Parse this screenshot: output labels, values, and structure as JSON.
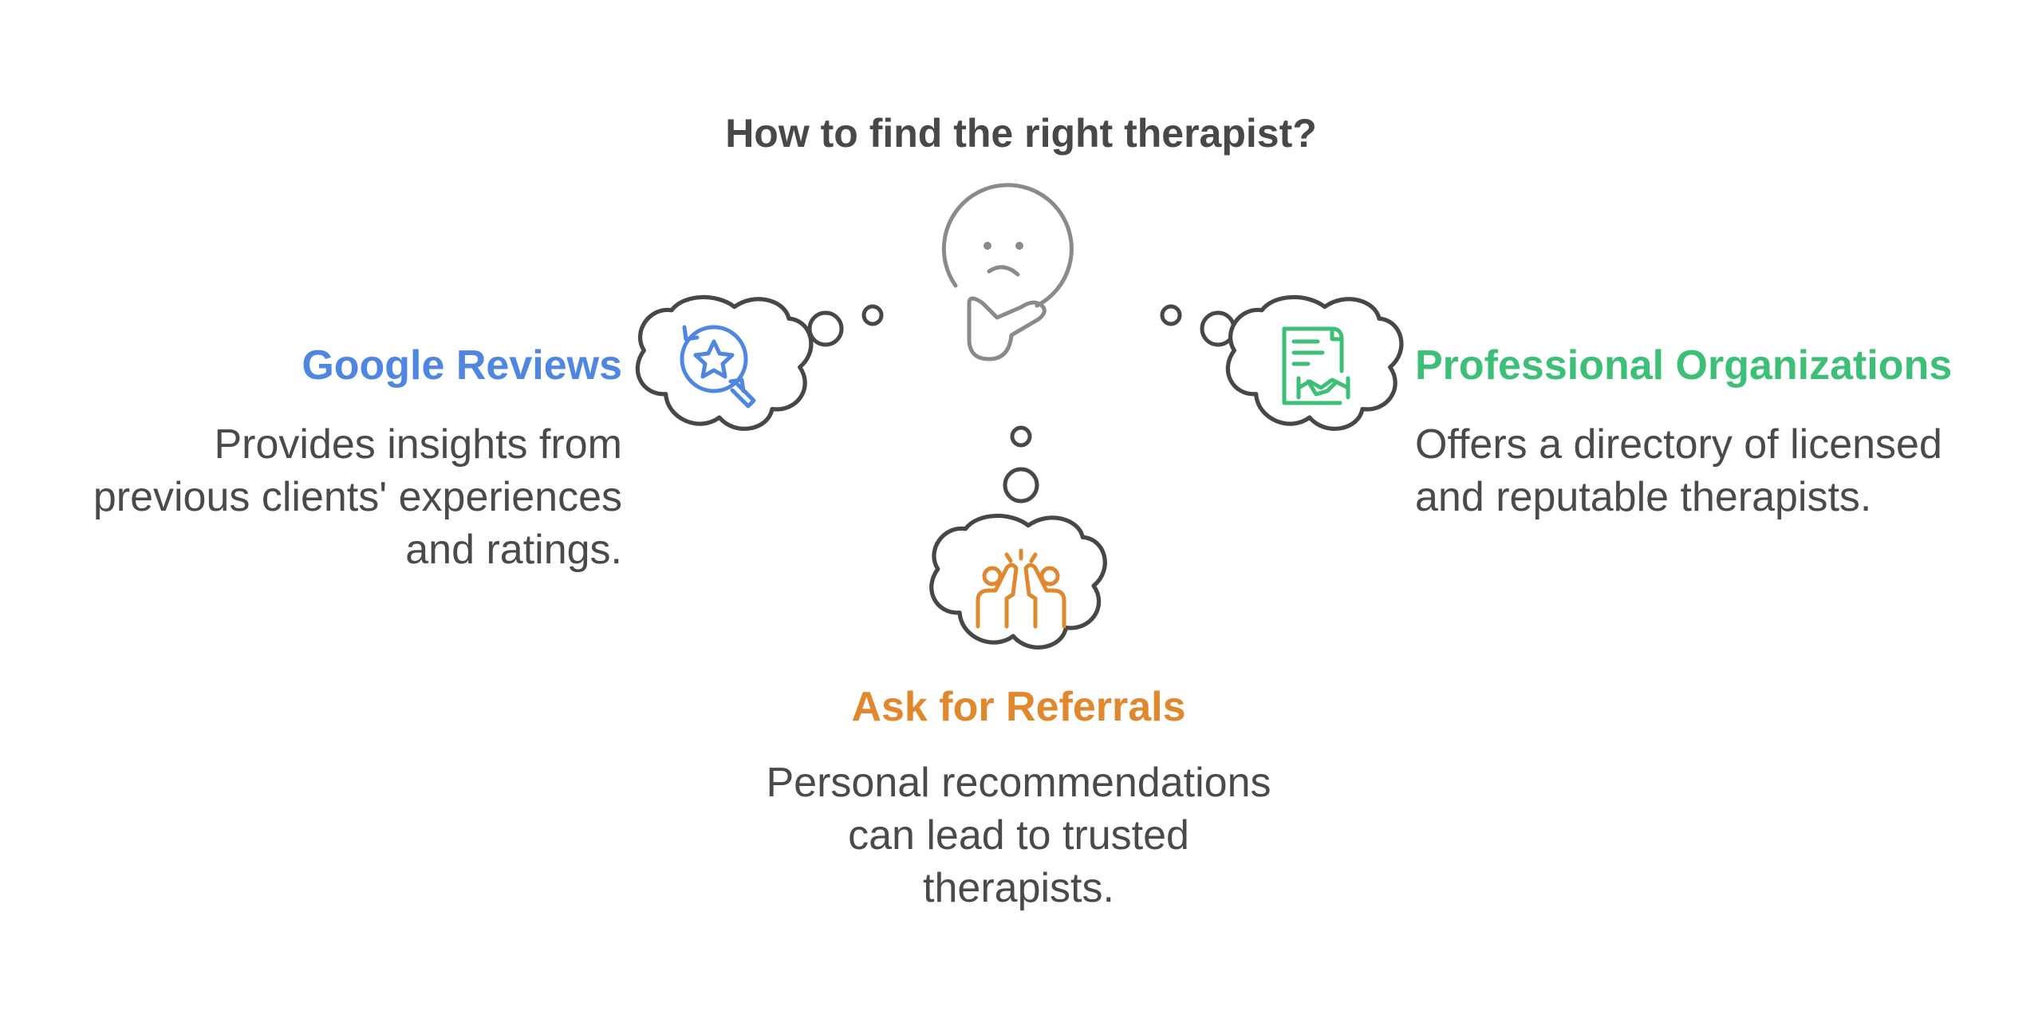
{
  "title": "How to find the right therapist?",
  "options": {
    "left": {
      "heading": "Google Reviews",
      "description": "Provides insights from\nprevious clients' experiences\nand ratings.",
      "color": "#4f86e0",
      "icon": "magnifier-star-icon"
    },
    "right": {
      "heading": "Professional Organizations",
      "description": "Offers a directory of licensed\nand reputable therapists.",
      "color": "#3dbf77",
      "icon": "document-handshake-icon"
    },
    "bottom": {
      "heading": "Ask for Referrals",
      "description": "Personal recommendations\ncan lead to trusted\ntherapists.",
      "color": "#e0882e",
      "icon": "high-five-icon"
    }
  },
  "center_icon": "thinking-face-icon",
  "colors": {
    "outline": "#474747",
    "face": "#8a8a8a",
    "text": "#4a4a4a"
  }
}
